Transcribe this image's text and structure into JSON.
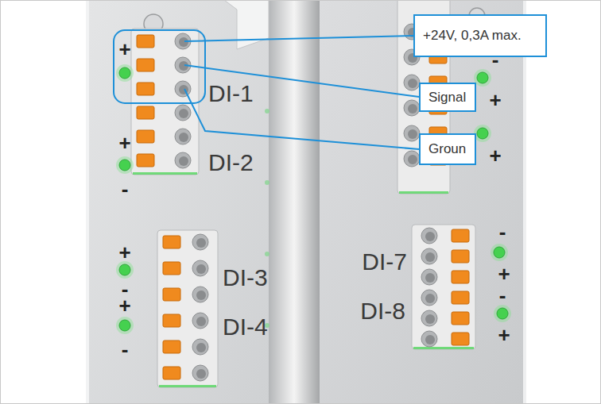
{
  "diagram": {
    "nodes": [
      {
        "text": [
          "+24V, 0,3A max."
        ]
      },
      {
        "text": [
          "Signal"
        ]
      },
      {
        "text": [
          "Groun"
        ]
      }
    ],
    "labels": [
      "+",
      "DI-1",
      "+",
      "DI-2",
      "-",
      "+",
      "DI-3",
      "-",
      "+",
      "DI-4",
      "-",
      "-",
      "+",
      "+",
      "-",
      "DI-7",
      "+",
      "-",
      "DI-8",
      "+"
    ]
  }
}
